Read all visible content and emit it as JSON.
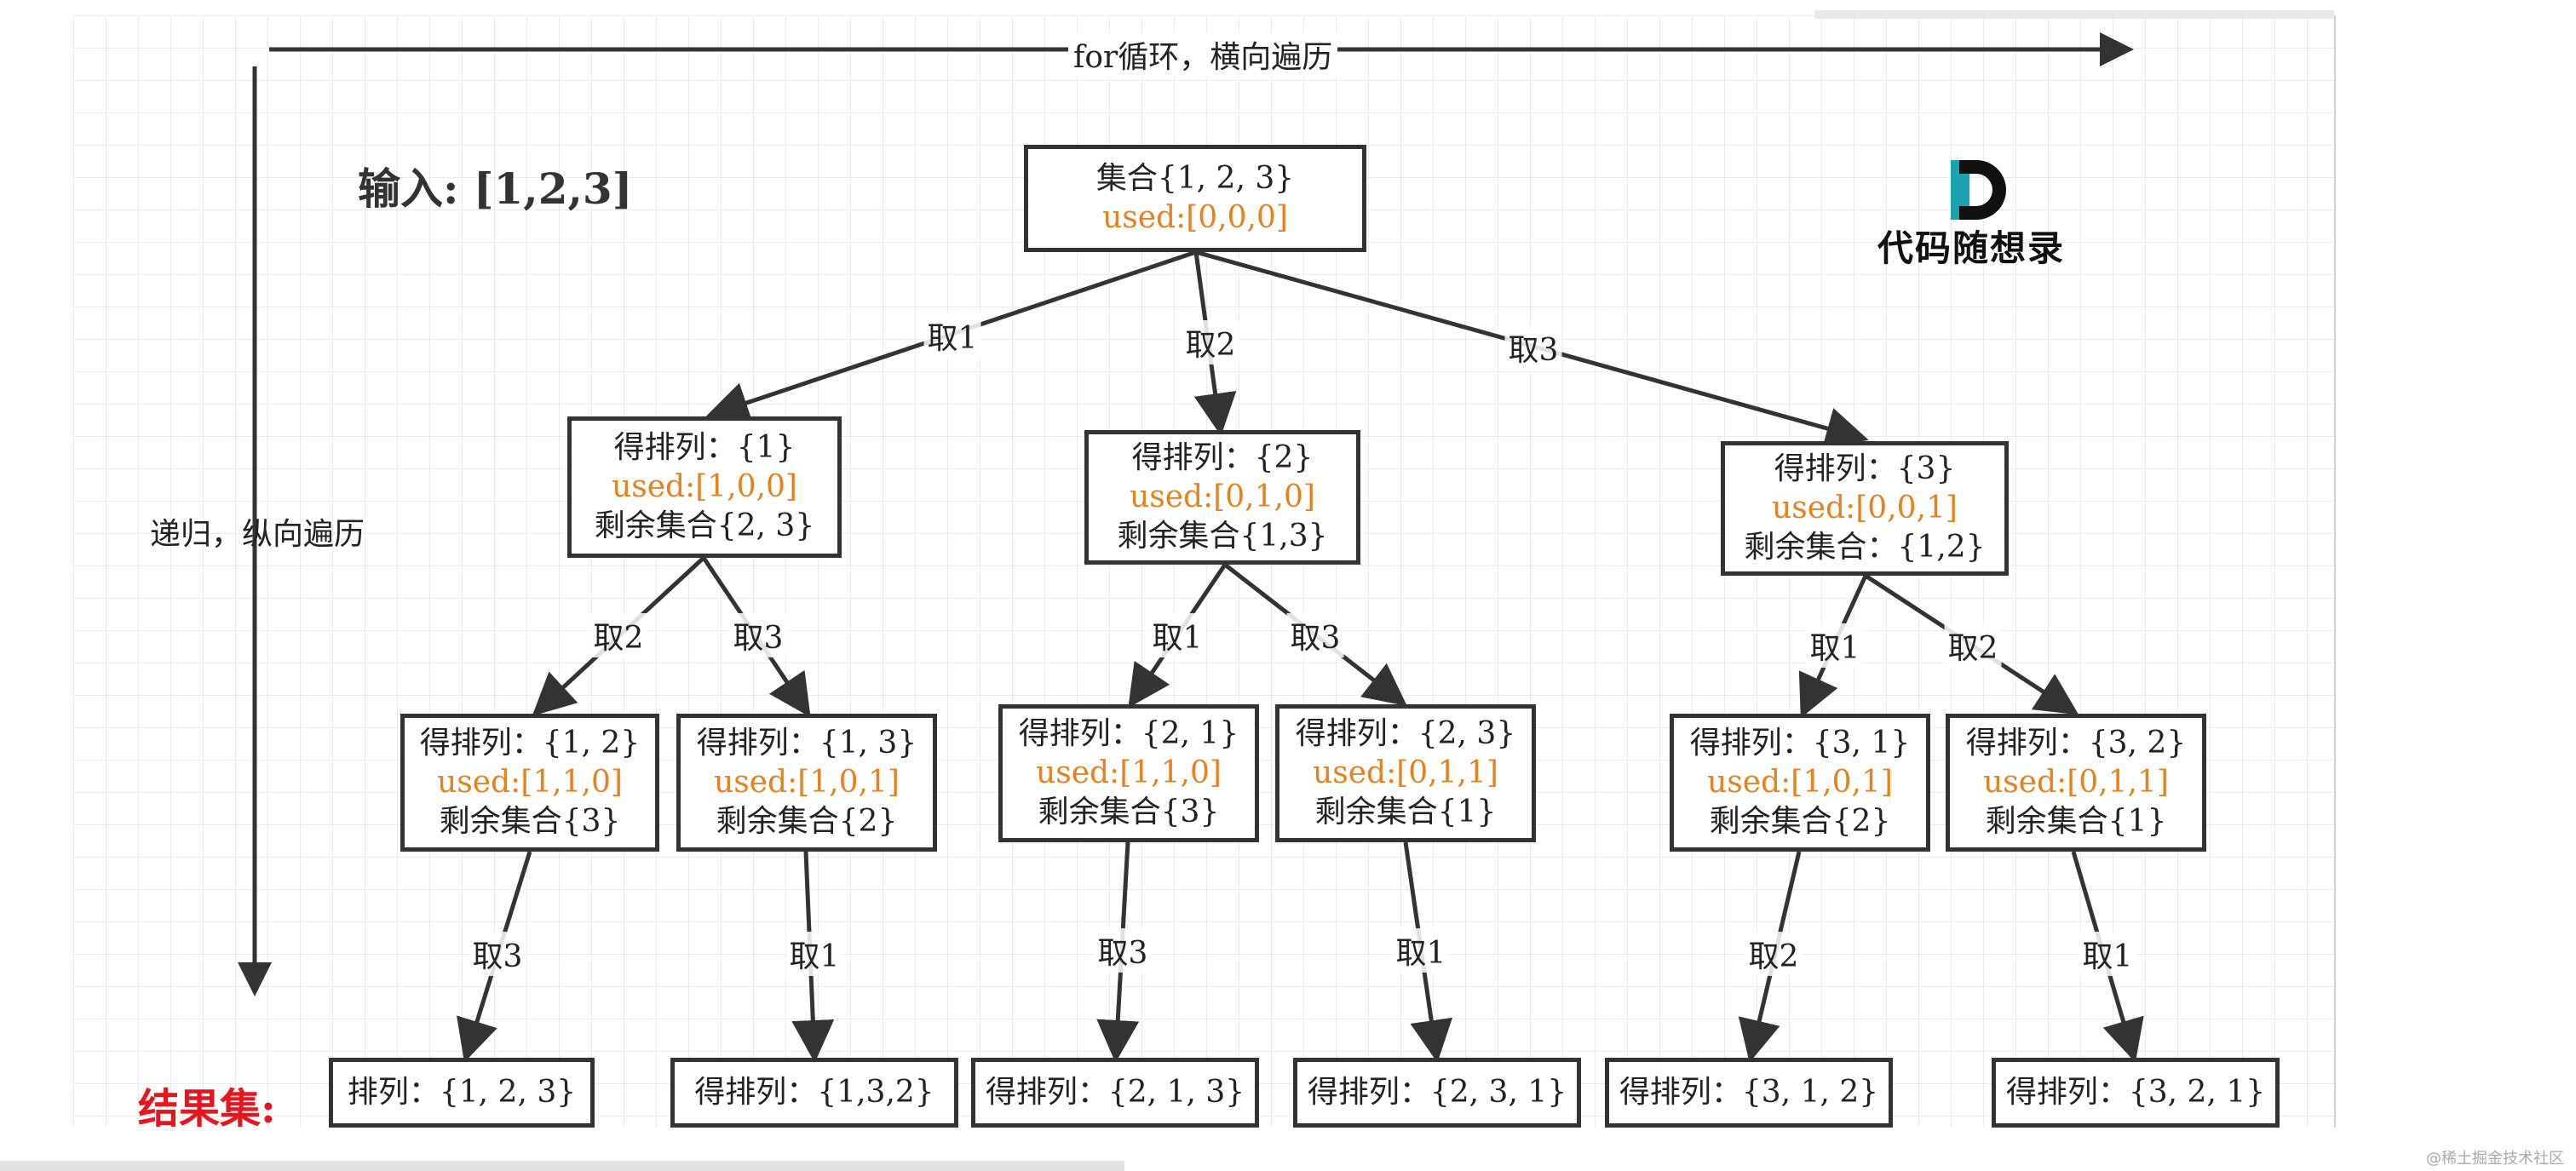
{
  "axis": {
    "horizontal": "for循环，横向遍历",
    "vertical": "递归，纵向遍历"
  },
  "input_label": "输入: [1,2,3]",
  "result_label": "结果集:",
  "logo": {
    "text": "代码随想录",
    "mark": "D"
  },
  "watermark": "@稀土掘金技术社区",
  "colors": {
    "used": "#e8801e",
    "result": "#e8141e",
    "border": "#333333"
  },
  "tree": {
    "root": {
      "line1": "集合{1, 2, 3}",
      "used": "used:[0,0,0]"
    },
    "level1": [
      {
        "edge": "取1",
        "line1": "得排列：{1}",
        "used": "used:[1,0,0]",
        "line3": "剩余集合{2, 3}"
      },
      {
        "edge": "取2",
        "line1": "得排列：{2}",
        "used": "used:[0,1,0]",
        "line3": "剩余集合{1,3}"
      },
      {
        "edge": "取3",
        "line1": "得排列：{3}",
        "used": "used:[0,0,1]",
        "line3": "剩余集合：{1,2}"
      }
    ],
    "level2": [
      {
        "edge": "取2",
        "line1": "得排列：{1, 2}",
        "used": "used:[1,1,0]",
        "line3": "剩余集合{3}"
      },
      {
        "edge": "取3",
        "line1": "得排列：{1, 3}",
        "used": "used:[1,0,1]",
        "line3": "剩余集合{2}"
      },
      {
        "edge": "取1",
        "line1": "得排列：{2, 1}",
        "used": "used:[1,1,0]",
        "line3": "剩余集合{3}"
      },
      {
        "edge": "取3",
        "line1": "得排列：{2, 3}",
        "used": "used:[0,1,1]",
        "line3": "剩余集合{1}"
      },
      {
        "edge": "取1",
        "line1": "得排列：{3, 1}",
        "used": "used:[1,0,1]",
        "line3": "剩余集合{2}"
      },
      {
        "edge": "取2",
        "line1": "得排列：{3, 2}",
        "used": "used:[0,1,1]",
        "line3": "剩余集合{1}"
      }
    ],
    "results": [
      {
        "edge": "取3",
        "text": "排列：{1, 2, 3}"
      },
      {
        "edge": "取1",
        "text": "得排列：{1,3,2}"
      },
      {
        "edge": "取3",
        "text": "得排列：{2, 1, 3}"
      },
      {
        "edge": "取1",
        "text": "得排列：{2, 3, 1}"
      },
      {
        "edge": "取2",
        "text": "得排列：{3, 1, 2}"
      },
      {
        "edge": "取1",
        "text": "得排列：{3, 2, 1}"
      }
    ]
  }
}
